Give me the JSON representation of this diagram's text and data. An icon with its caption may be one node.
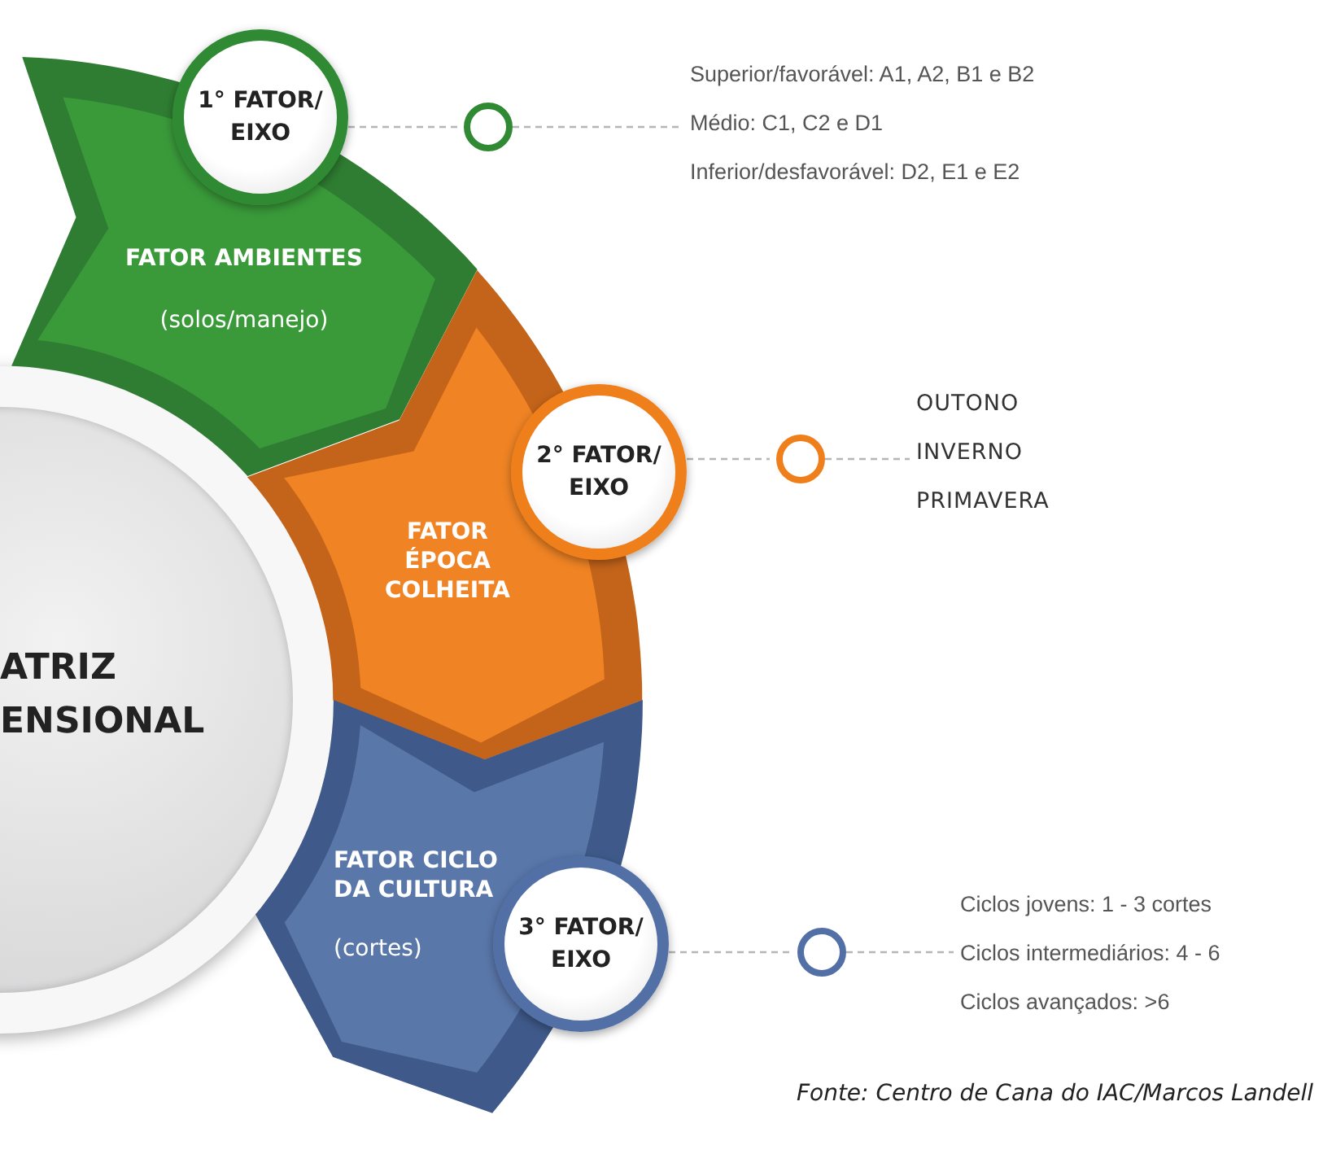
{
  "diagram": {
    "caption": "Fonte: Centro de Cana do IAC/Marcos Landell",
    "nodes": [
      {
        "text": [
          "ATRIZ ENSIONAL"
        ]
      },
      {
        "text": [
          "FATOR AMBIENTES",
          "(solos/manejo)"
        ]
      },
      {
        "text": [
          "1° FATOR/ EIXO"
        ]
      },
      {
        "text": [],
        "shape": "circle"
      },
      {
        "text": [
          "Superior/favorável: A1, A2, B1 e B2",
          "Médio: C1, C2 e D1",
          "Inferior/desfavorável: D2, E1 e E2"
        ]
      },
      {
        "text": [
          "FATOR ÉPOCA COLHEITA"
        ]
      },
      {
        "text": [
          "2° FATOR/ EIXO"
        ]
      },
      {
        "text": [],
        "shape": "circle"
      },
      {
        "text": [
          "OUTONO",
          "INVERNO",
          "PRIMAVERA"
        ]
      },
      {
        "text": [
          "FATOR CICLO DA CULTURA",
          "(cortes)"
        ]
      },
      {
        "text": [
          "3° FATOR/ EIXO"
        ]
      },
      {
        "text": [],
        "shape": "circle"
      },
      {
        "text": [
          "Ciclos jovens: 1 - 3 cortes",
          "Ciclos intermediários: 4 - 6",
          "Ciclos avançados: >6"
        ]
      }
    ],
    "edges": [
      {
        "from": 2,
        "to": 3,
        "arrow": "none",
        "style": "dashed"
      },
      {
        "from": 3,
        "to": 4,
        "arrow": "none",
        "style": "dashed"
      },
      {
        "from": 6,
        "to": 7,
        "arrow": "none",
        "style": "dashed"
      },
      {
        "from": 7,
        "to": 8,
        "arrow": "none",
        "style": "dashed"
      },
      {
        "from": 10,
        "to": 11,
        "arrow": "none",
        "style": "dashed"
      },
      {
        "from": 11,
        "to": 12,
        "arrow": "none",
        "style": "dashed"
      }
    ]
  }
}
